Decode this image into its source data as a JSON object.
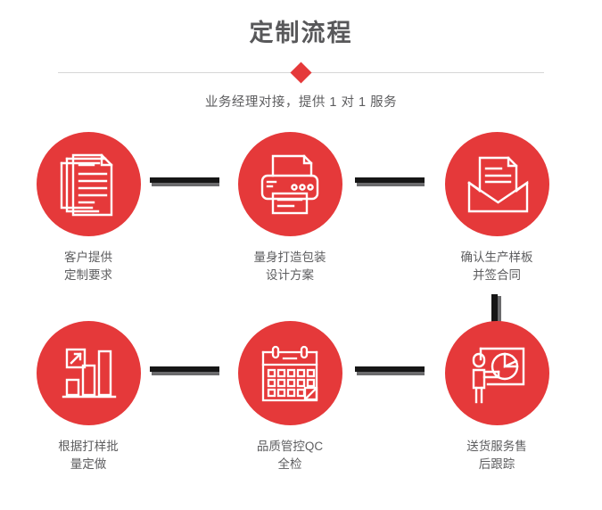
{
  "header": {
    "title": "定制流程",
    "subtitle": "业务经理对接，提供 1 对 1 服务",
    "accent_color": "#e5393a",
    "title_color": "#58585a",
    "divider_color": "#d6d6d6",
    "diamond_icon": "diamond-marker"
  },
  "flow": {
    "circle_color": "#e5393a",
    "connector_color": "#161616",
    "connector_shadow_color": "#6b6b6d",
    "label_color": "#5d5d5f",
    "rows": [
      {
        "steps": [
          {
            "icon": "documents-stack-icon",
            "label": "客户提供\n定制要求"
          },
          {
            "icon": "printer-icon",
            "label": "量身打造包装\n设计方案"
          },
          {
            "icon": "envelope-letter-icon",
            "label": "确认生产样板\n并签合同"
          }
        ],
        "connectors": [
          "horizontal-bar",
          "horizontal-bar"
        ]
      },
      {
        "steps": [
          {
            "icon": "bar-chart-growth-icon",
            "label": "根据打样批\n量定做"
          },
          {
            "icon": "calendar-icon",
            "label": "品质管控QC\n全检"
          },
          {
            "icon": "presenter-pie-chart-icon",
            "label": "送货服务售\n后跟踪"
          }
        ],
        "connectors": [
          "horizontal-bar",
          "horizontal-bar"
        ]
      }
    ],
    "vertical_connector": "vertical-bar"
  }
}
